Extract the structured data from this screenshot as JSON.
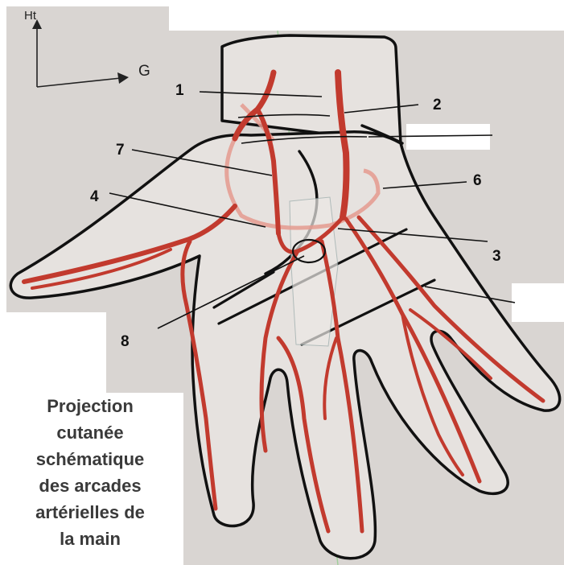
{
  "axes": {
    "vertical": "Ht",
    "horizontal": "G"
  },
  "labels": [
    {
      "number": "1"
    },
    {
      "number": "2"
    },
    {
      "number": "3"
    },
    {
      "number": "4"
    },
    {
      "number": "6"
    },
    {
      "number": "7"
    },
    {
      "number": "8"
    }
  ],
  "caption": {
    "lines": [
      "Projection",
      "cutanée",
      "schématique",
      "des arcades",
      "artérielles de",
      "la main"
    ]
  },
  "colors": {
    "artery": "#c23a2e",
    "outline": "#111111",
    "paper": "#d9d5d2"
  }
}
